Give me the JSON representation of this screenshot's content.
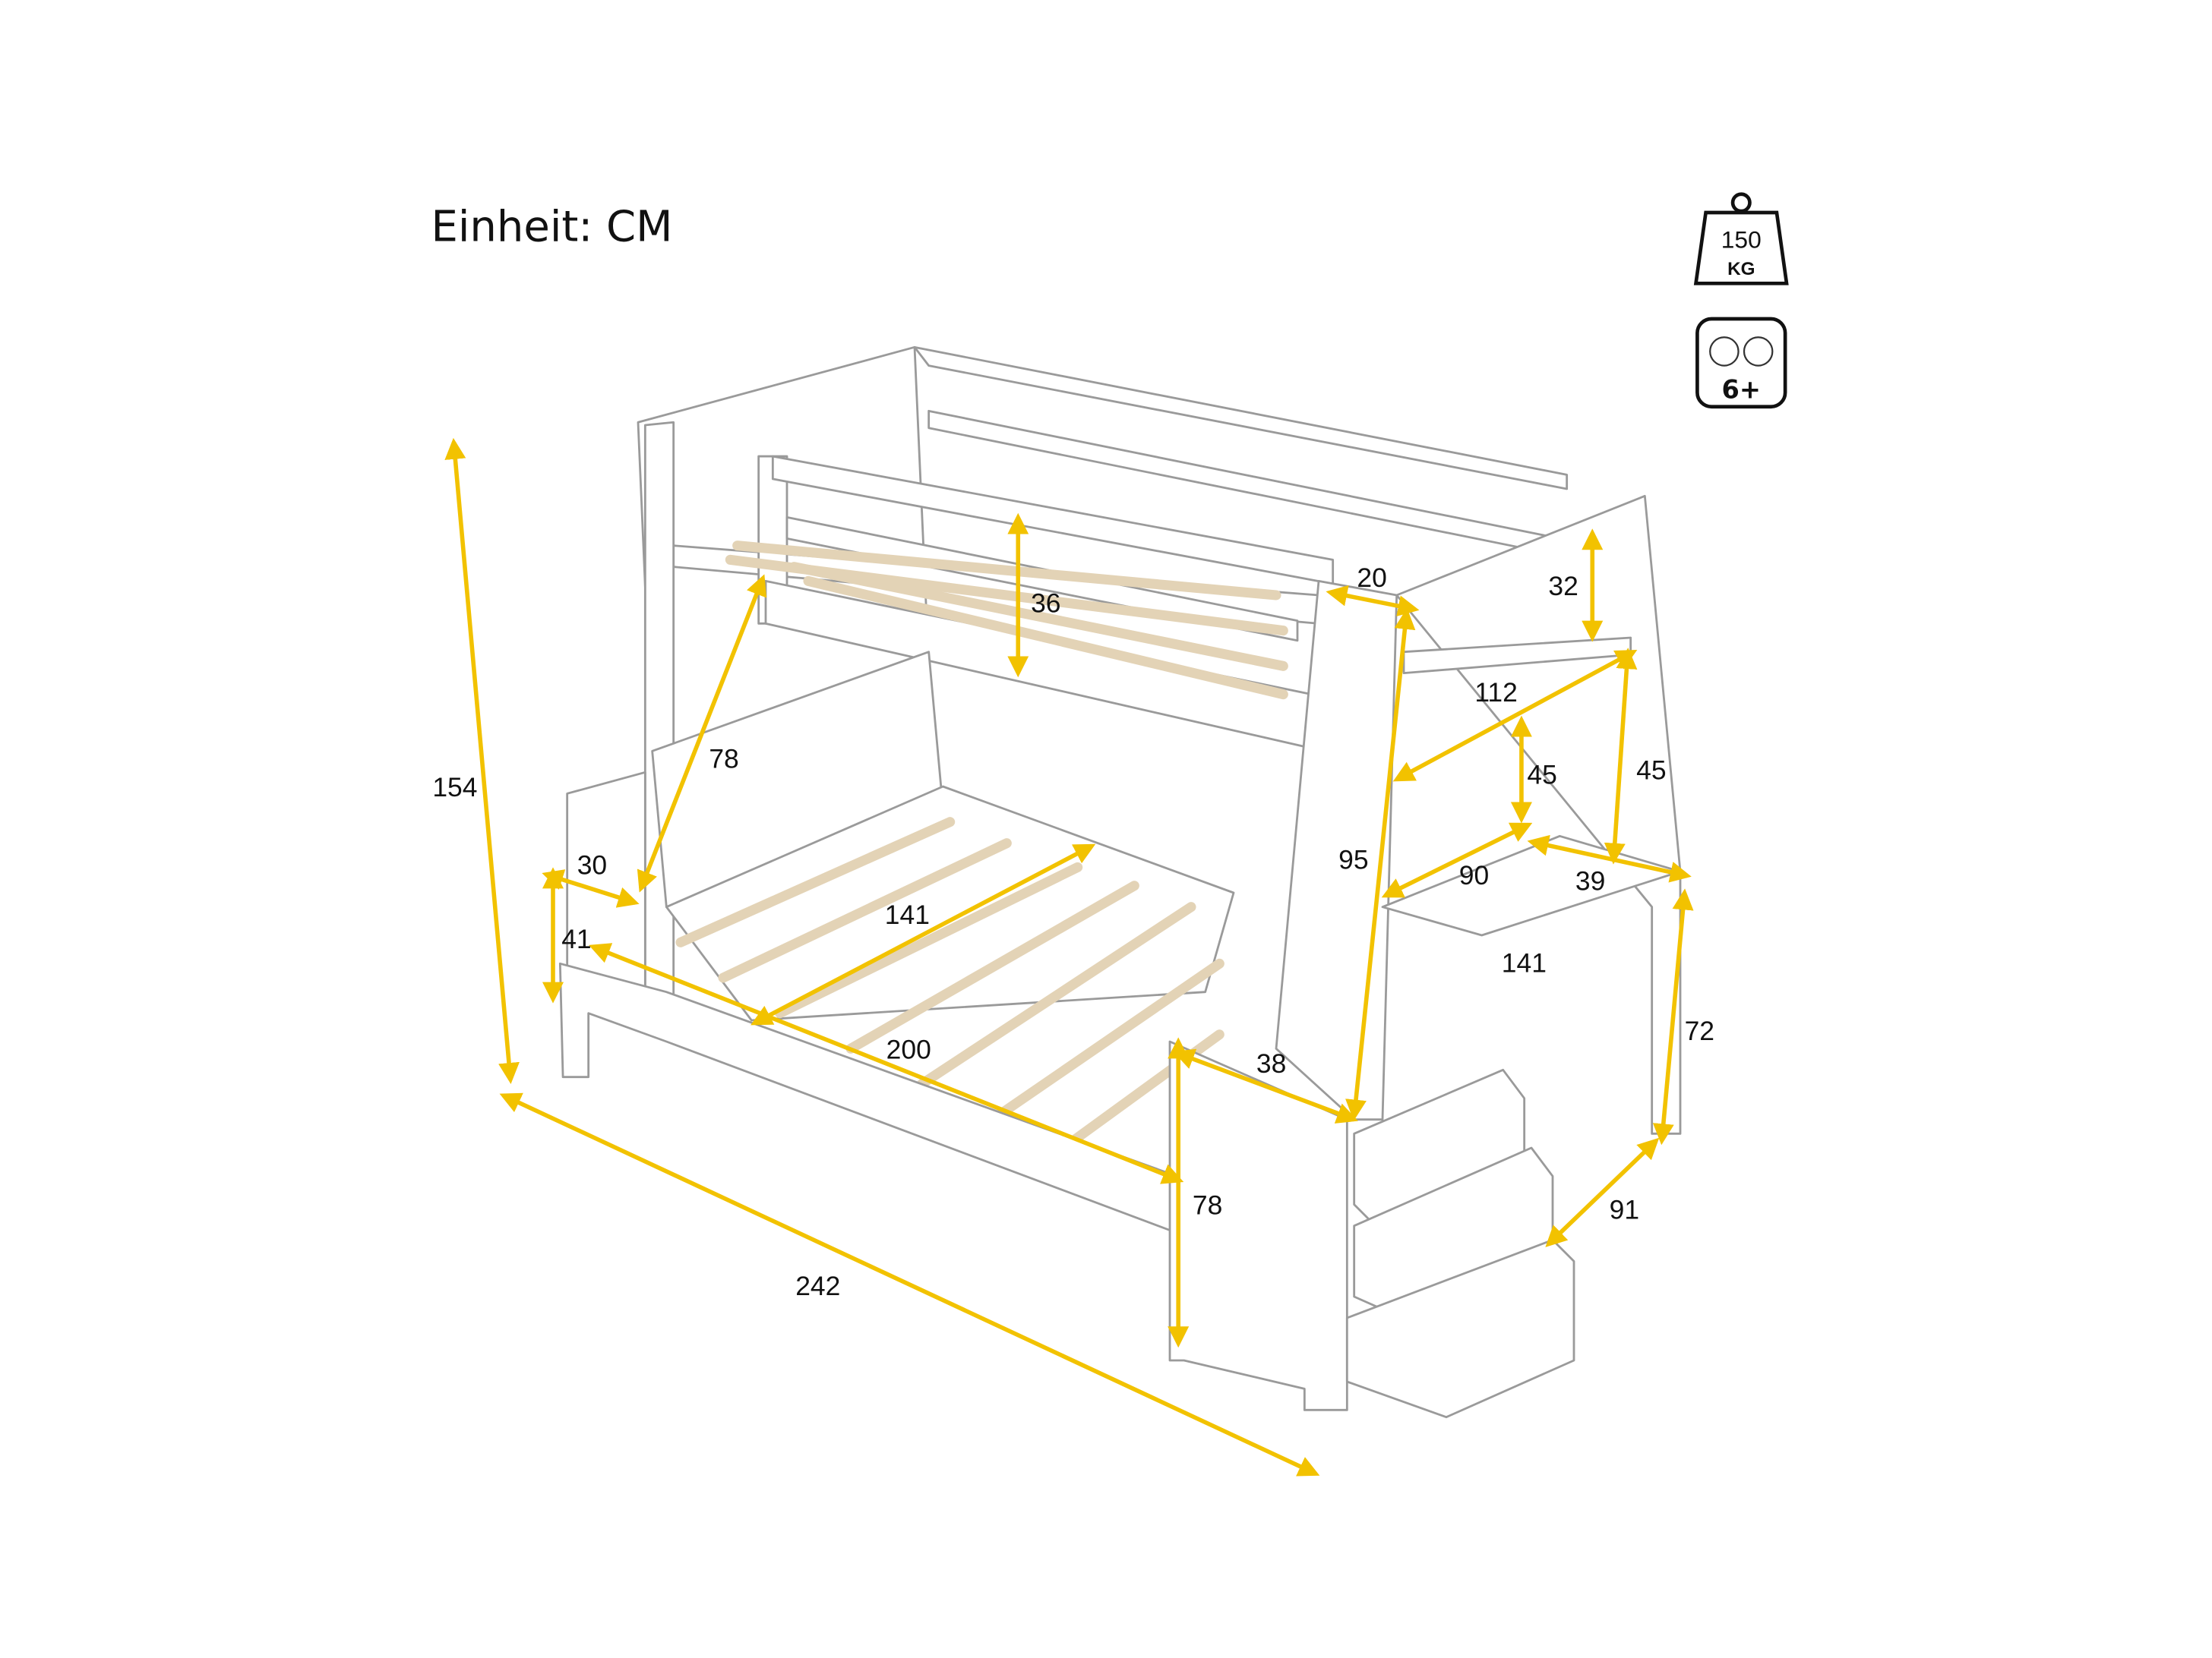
{
  "unit_label": "Einheit: CM",
  "badges": {
    "weight": {
      "value": "150",
      "unit": "KG",
      "icon": "weight-icon"
    },
    "age": {
      "value": "6+",
      "icon": "children-icon"
    }
  },
  "accent_color": "#f2c200",
  "dimensions": {
    "total_height": "154",
    "total_length": "242",
    "upper_guard_height": "36",
    "ladder_length": "78",
    "step_depth": "30",
    "step_height": "41",
    "lower_bed_width": "141",
    "lower_bed_length": "200",
    "shelf_depth": "20",
    "top_shelf_height": "32",
    "shelf_width": "112",
    "shelf_gap_inner": "45",
    "shelf_gap_outer": "45",
    "side_panel_height": "95",
    "desk_inner_width": "90",
    "desk_depth": "39",
    "desk_width": "141",
    "desk_height": "72",
    "cabinet_width": "38",
    "cabinet_height": "78",
    "desk_side_depth": "91"
  }
}
